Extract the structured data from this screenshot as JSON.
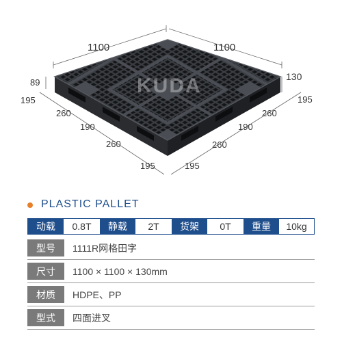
{
  "figure": {
    "watermark": "KUDA",
    "dimensions": {
      "top_left": "1100",
      "top_right": "1100",
      "left_height": "89",
      "right_height": "130",
      "left_edge": [
        "195",
        "260",
        "190",
        "260",
        "195"
      ],
      "right_edge": [
        "195",
        "260",
        "190",
        "260",
        "195"
      ]
    }
  },
  "product": {
    "title": "PLASTIC PALLET",
    "accent_color": "#e8802a",
    "brand_color": "#1f4e8c"
  },
  "specs_row": [
    {
      "label": "动载",
      "value": "0.8T"
    },
    {
      "label": "静载",
      "value": "2T"
    },
    {
      "label": "货架",
      "value": "0T"
    },
    {
      "label": "重量",
      "value": "10kg"
    }
  ],
  "details": [
    {
      "label": "型号",
      "value": "1111R网格田字"
    },
    {
      "label": "尺寸",
      "value": "1100 × 1100 × 130mm"
    },
    {
      "label": "材质",
      "value": "HDPE、PP"
    },
    {
      "label": "型式",
      "value": "四面进叉"
    }
  ]
}
